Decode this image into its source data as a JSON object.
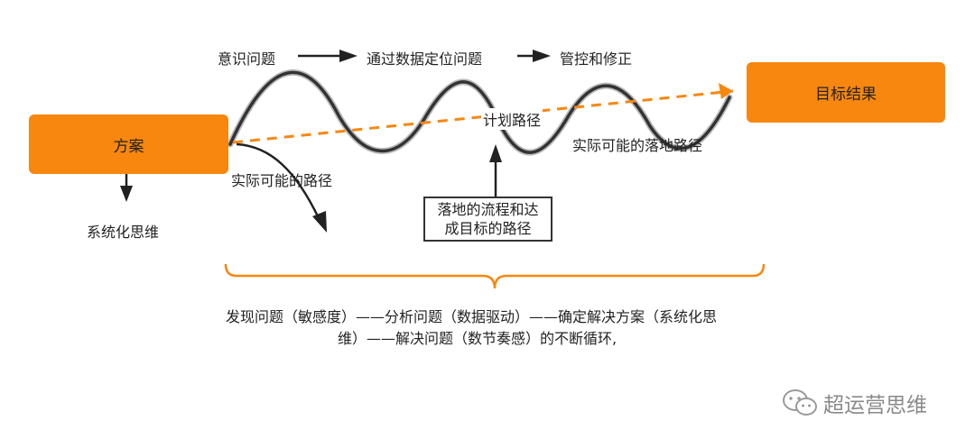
{
  "colors": {
    "accent": "#F7870F",
    "dark": "#333333",
    "wave": "#444444"
  },
  "top_flow": {
    "step1": "意识问题",
    "step2": "通过数据定位问题",
    "step3": "管控和修正"
  },
  "nodes": {
    "plan": "方案",
    "goal": "目标结果",
    "systems": "系统化思维"
  },
  "labels": {
    "actual_path_left": "实际可能的路径",
    "planned_path": "计划路径",
    "actual_path_right": "实际可能的落地路径"
  },
  "flow_box": {
    "line1": "落地的流程和达",
    "line2": "成目标的路径"
  },
  "bottom_note": {
    "line1": "发现问题（敏感度）——分析问题（数据驱动）——确定解决方案（系统化思",
    "line2": "维）——解决问题（数节奏感）的不断循环,"
  },
  "watermark": {
    "icon": "wechat-icon",
    "text": "超运营思维"
  }
}
